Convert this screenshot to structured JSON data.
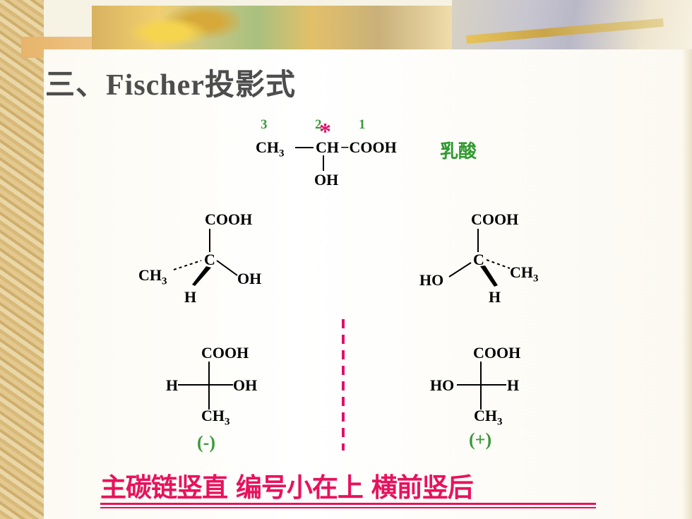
{
  "title": "三、Fischer投影式",
  "lactic": {
    "numbers": [
      "3",
      "2",
      "1"
    ],
    "star": "*",
    "formula_left": "CH",
    "formula_sub": "3",
    "formula_dash": "—",
    "center": "CH",
    "right": "−COOH",
    "oh": "OH",
    "name": "乳酸"
  },
  "wedge_left": {
    "top": "COOH",
    "center": "C",
    "left": "CH",
    "left_sub": "3",
    "right": "OH",
    "bottom": "H"
  },
  "wedge_right": {
    "top": "COOH",
    "center": "C",
    "left": "HO",
    "right": "CH",
    "right_sub": "3",
    "bottom": "H"
  },
  "fischer_left": {
    "top": "COOH",
    "left": "H",
    "right": "OH",
    "bottom": "CH",
    "bottom_sub": "3",
    "sign": "(-)"
  },
  "fischer_right": {
    "top": "COOH",
    "left": "HO",
    "right": "H",
    "bottom": "CH",
    "bottom_sub": "3",
    "sign": "(+)"
  },
  "rule": "主碳链竖直  编号小在上  横前竖后",
  "colors": {
    "title": "#4d4d4d",
    "green": "#3a9a3a",
    "pink": "#e0106a",
    "rule": "#e8125c"
  }
}
